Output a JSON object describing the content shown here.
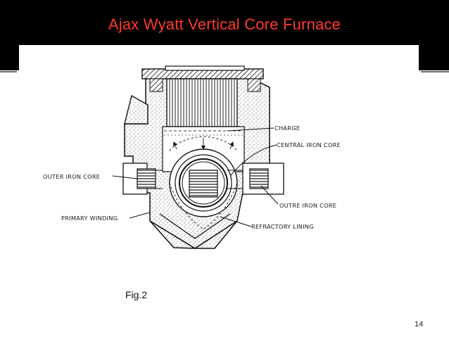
{
  "slide": {
    "title": "Ajax Wyatt Vertical Core Furnace",
    "caption": "Fig.2",
    "page_number": "14"
  },
  "diagram": {
    "labels": {
      "charge": "CHARGE",
      "central_iron_core": "CENTRAL IRON CORE",
      "outer_iron_core": "OUTER IRON CORE",
      "outre_iron_core": "OUTRE IRON CORE",
      "primary_winding": "PRIMARY WINDING",
      "refractory_lining": "REFRACTORY LINING"
    }
  },
  "colors": {
    "title": "#ff3b2f",
    "header_background": "#000000"
  }
}
